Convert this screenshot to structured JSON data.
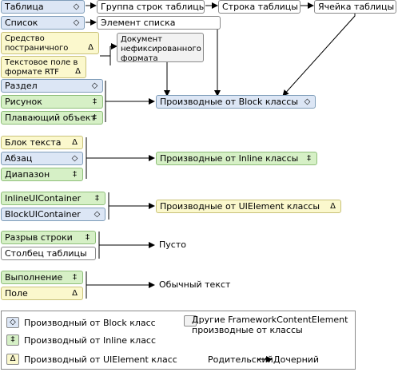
{
  "symbols": {
    "block": "◇",
    "inline": "‡",
    "uielement": "Δ"
  },
  "top": {
    "table": "Таблица",
    "row_group": "Группа строк таблицы",
    "row": "Строка таблицы",
    "cell": "Ячейка таблицы",
    "list": "Список",
    "list_item": "Элемент списка",
    "page_viewer": "Средство постраничного просмотра",
    "rtf_box": "Текстовое поле в формате RTF",
    "flow_doc": "Документ нефиксированного формата"
  },
  "groups": {
    "block_group": [
      "Раздел",
      "Рисунок",
      "Плавающий объект"
    ],
    "block_target": "Производные от Block классы",
    "inline_group": [
      "Блок текста",
      "Абзац",
      "Диапазон"
    ],
    "inline_target": "Производные от Inline классы",
    "ui_group": [
      "InlineUIContainer",
      "BlockUIContainer"
    ],
    "ui_target": "Производные от UIElement классы",
    "empty_group": [
      "Разрыв строки",
      "Столбец таблицы"
    ],
    "empty_target": "Пусто",
    "text_group": [
      "Выполнение",
      "Поле"
    ],
    "text_target": "Обычный текст"
  },
  "legend": {
    "block": "Производный от Block класс",
    "inline": "Производный от Inline класс",
    "uielement": "Производный от UIElement класс",
    "other": "Другие FrameworkContentElement производные от классы",
    "parent": "Родительский",
    "child": "Дочерний"
  },
  "colors": {
    "block": "#dce6f5",
    "inline": "#d6f0c6",
    "uielement": "#fbf8cd",
    "other": "#f2f2f2"
  }
}
